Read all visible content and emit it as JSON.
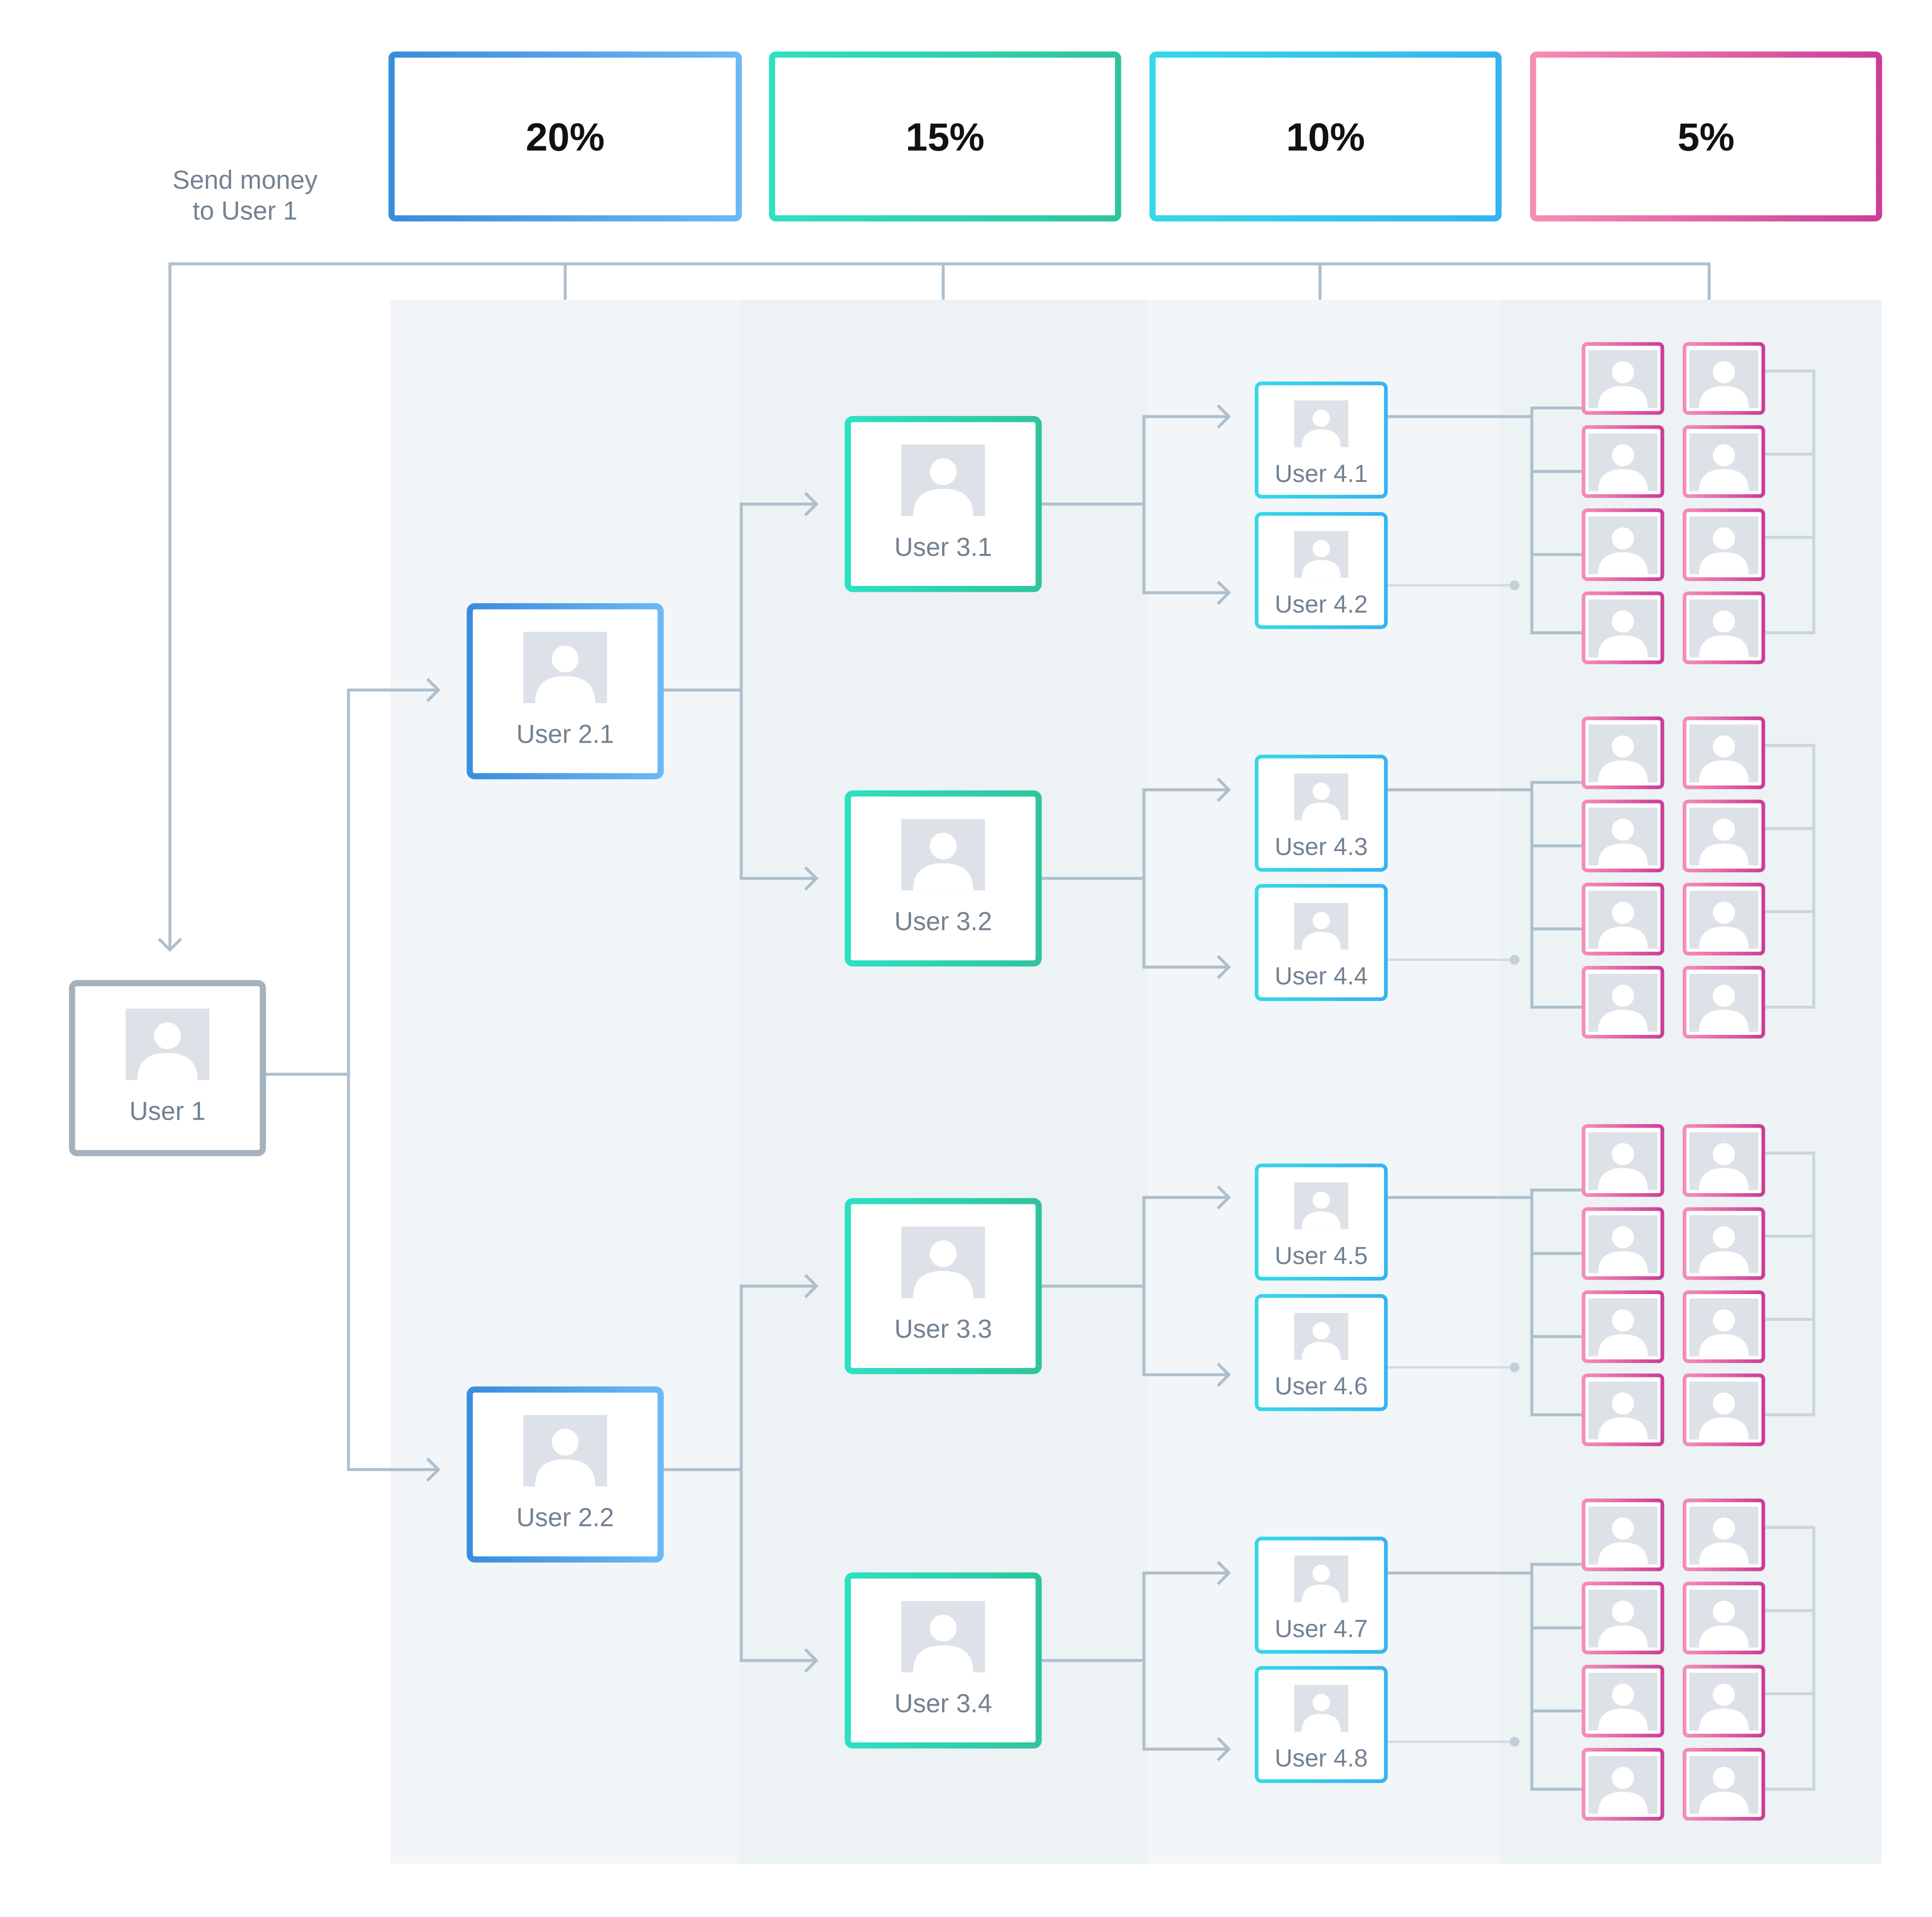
{
  "send_note": [
    "Send money",
    "to User 1"
  ],
  "percentages": [
    {
      "label": "20%",
      "gradient": [
        "#3a8ddc",
        "#6cb8f5"
      ]
    },
    {
      "label": "15%",
      "gradient": [
        "#2ee0c2",
        "#2fc49e"
      ]
    },
    {
      "label": "10%",
      "gradient": [
        "#35d8e8",
        "#35b4f0"
      ]
    },
    {
      "label": "5%",
      "gradient": [
        "#f58db5",
        "#cc3d97"
      ]
    }
  ],
  "root_user": {
    "label": "User 1"
  },
  "level2": [
    {
      "label": "User 2.1"
    },
    {
      "label": "User 2.2"
    }
  ],
  "level3": [
    {
      "label": "User 3.1"
    },
    {
      "label": "User 3.2"
    },
    {
      "label": "User 3.3"
    },
    {
      "label": "User 3.4"
    }
  ],
  "level4": [
    {
      "label": "User 4.1"
    },
    {
      "label": "User 4.2"
    },
    {
      "label": "User 4.3"
    },
    {
      "label": "User 4.4"
    },
    {
      "label": "User 4.5"
    },
    {
      "label": "User 4.6"
    },
    {
      "label": "User 4.7"
    },
    {
      "label": "User 4.8"
    }
  ],
  "colors": {
    "connector": "#aebfcc",
    "root_border": "#a4b2bf",
    "avatar_bg": "#dde2e8",
    "label_text": "#728292",
    "percent_text": "#111111",
    "band_light": "#f3f6f8",
    "band_dark": "#edf2f5"
  }
}
